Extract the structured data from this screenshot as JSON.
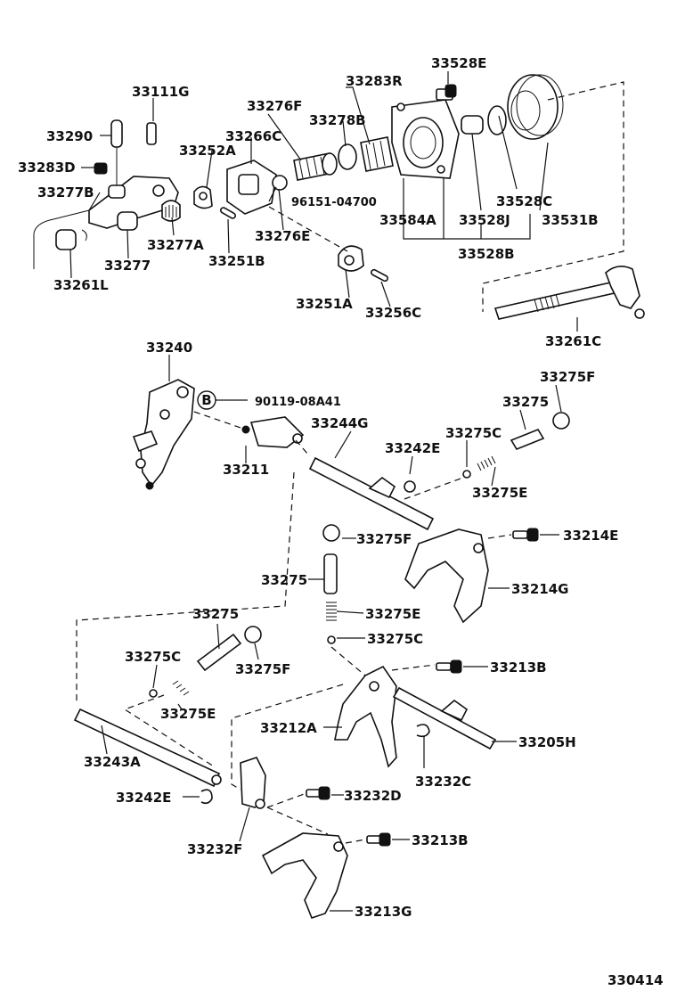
{
  "diagram_id": "330414",
  "callout_marker": "B",
  "labels": {
    "p33528E": "33528E",
    "p33111G": "33111G",
    "p33283R": "33283R",
    "p33276F": "33276F",
    "p33278B": "33278B",
    "p33290": "33290",
    "p33266C": "33266C",
    "p33252A": "33252A",
    "p33283D": "33283D",
    "p33277B": "33277B",
    "p96151_04700": "96151-04700",
    "p33528C": "33528C",
    "p33584A": "33584A",
    "p33528J": "33528J",
    "p33531B": "33531B",
    "p33277A": "33277A",
    "p33276E": "33276E",
    "p33277": "33277",
    "p33251B": "33251B",
    "p33528B": "33528B",
    "p33261L": "33261L",
    "p33251A": "33251A",
    "p33256C": "33256C",
    "p33261C": "33261C",
    "p33240": "33240",
    "p90119_08A41": "90119-08A41",
    "p33275F_a": "33275F",
    "p33275_a": "33275",
    "p33244G": "33244G",
    "p33275C_a": "33275C",
    "p33242E_a": "33242E",
    "p33211": "33211",
    "p33275E_a": "33275E",
    "p33214E": "33214E",
    "p33275F_b": "33275F",
    "p33214G": "33214G",
    "p33275_b": "33275",
    "p33275E_b": "33275E",
    "p33275C_b": "33275C",
    "p33275_c": "33275",
    "p33275C_c": "33275C",
    "p33275F_c": "33275F",
    "p33213B_a": "33213B",
    "p33275E_c": "33275E",
    "p33212A": "33212A",
    "p33205H": "33205H",
    "p33243A": "33243A",
    "p33232C": "33232C",
    "p33242E_b": "33242E",
    "p33232D": "33232D",
    "p33232F": "33232F",
    "p33213B_b": "33213B",
    "p33213G": "33213G"
  }
}
